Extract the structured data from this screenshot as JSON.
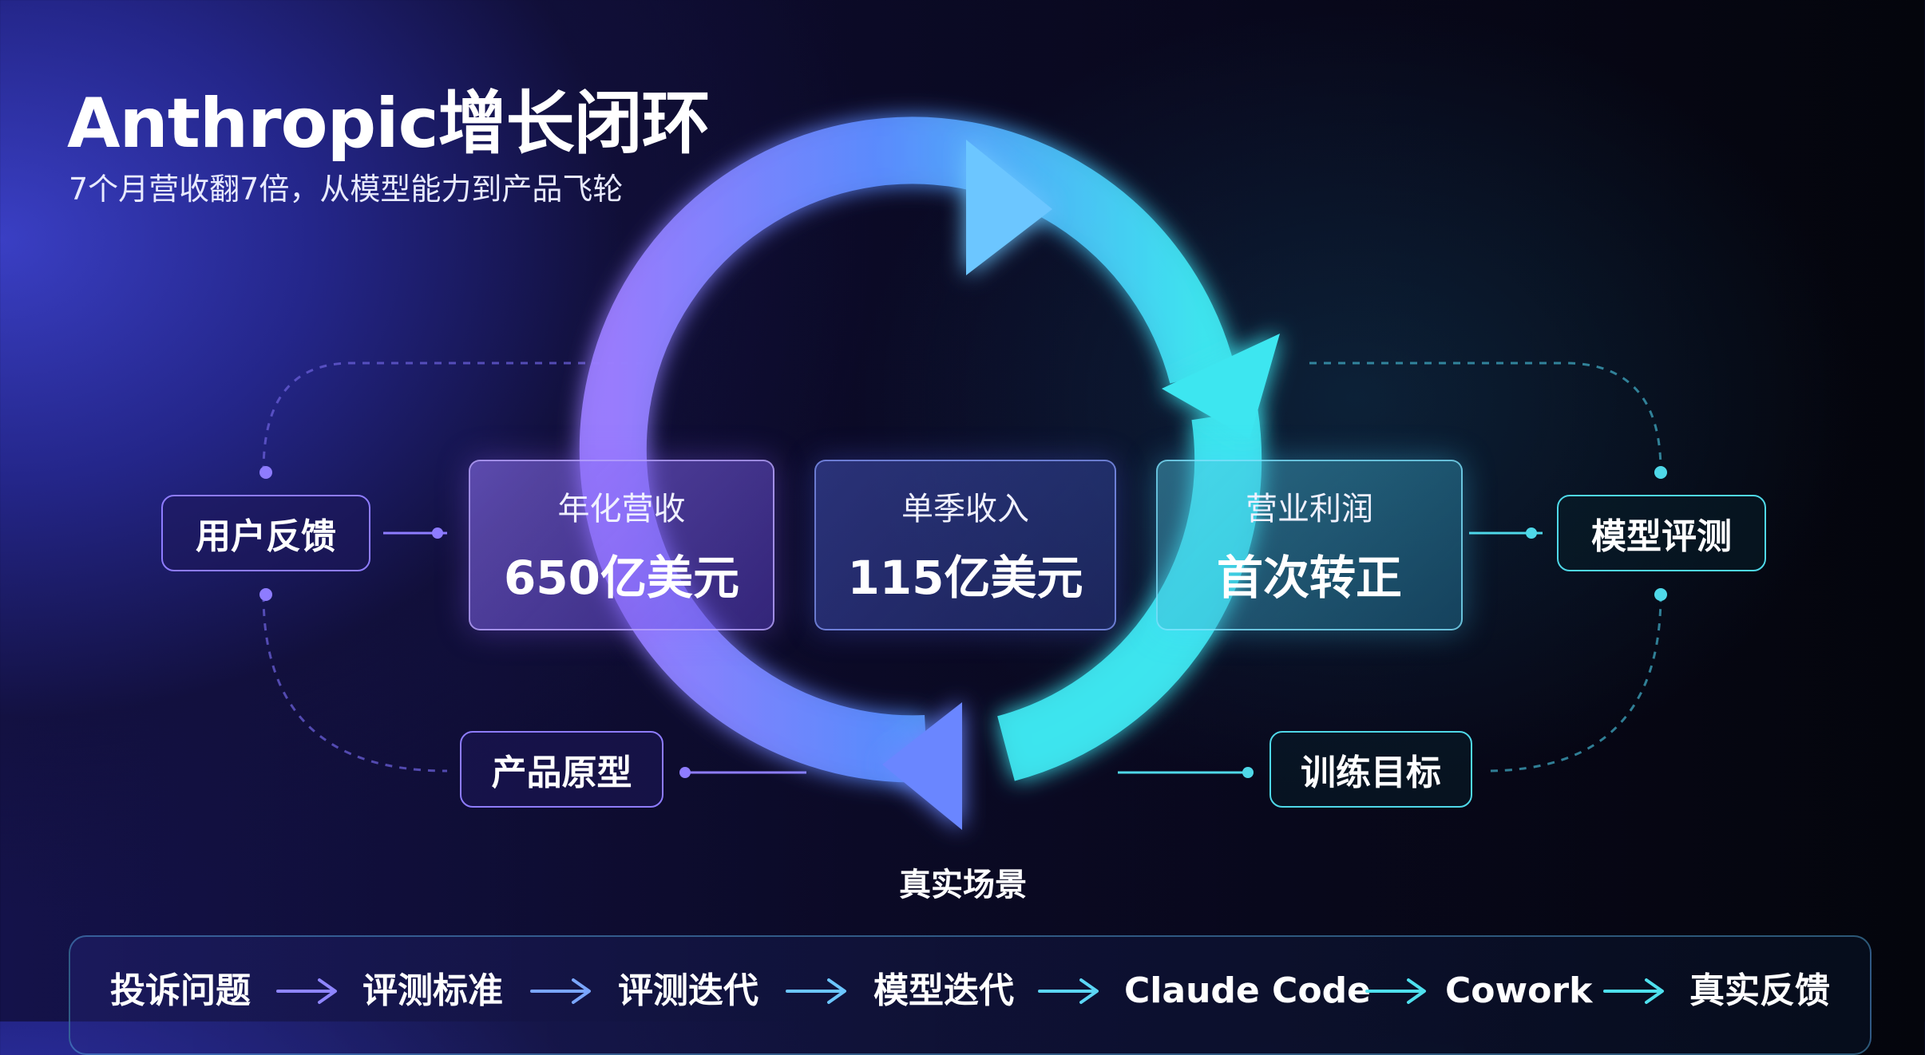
{
  "header": {
    "title": "Anthropic增长闭环",
    "subtitle": "7个月营收翻7倍，从模型能力到产品飞轮"
  },
  "metrics": {
    "annual_revenue": {
      "label": "年化营收",
      "value": "650亿美元"
    },
    "quarterly_revenue": {
      "label": "单季收入",
      "value": "115亿美元"
    },
    "operating_profit": {
      "label": "营业利润",
      "value": "首次转正"
    }
  },
  "loop_nodes": {
    "user_feedback": "用户反馈",
    "product_prototype": "产品原型",
    "model_evaluation": "模型评测",
    "training_goal": "训练目标",
    "real_scene": "真实场景"
  },
  "flow": {
    "steps": [
      "投诉问题",
      "评测标准",
      "评测迭代",
      "模型迭代",
      "Claude Code",
      "Cowork",
      "真实反馈"
    ]
  },
  "colors": {
    "purple_accent": "#8e7cff",
    "blue_accent": "#5b8cff",
    "cyan_accent": "#4fd8e8"
  }
}
